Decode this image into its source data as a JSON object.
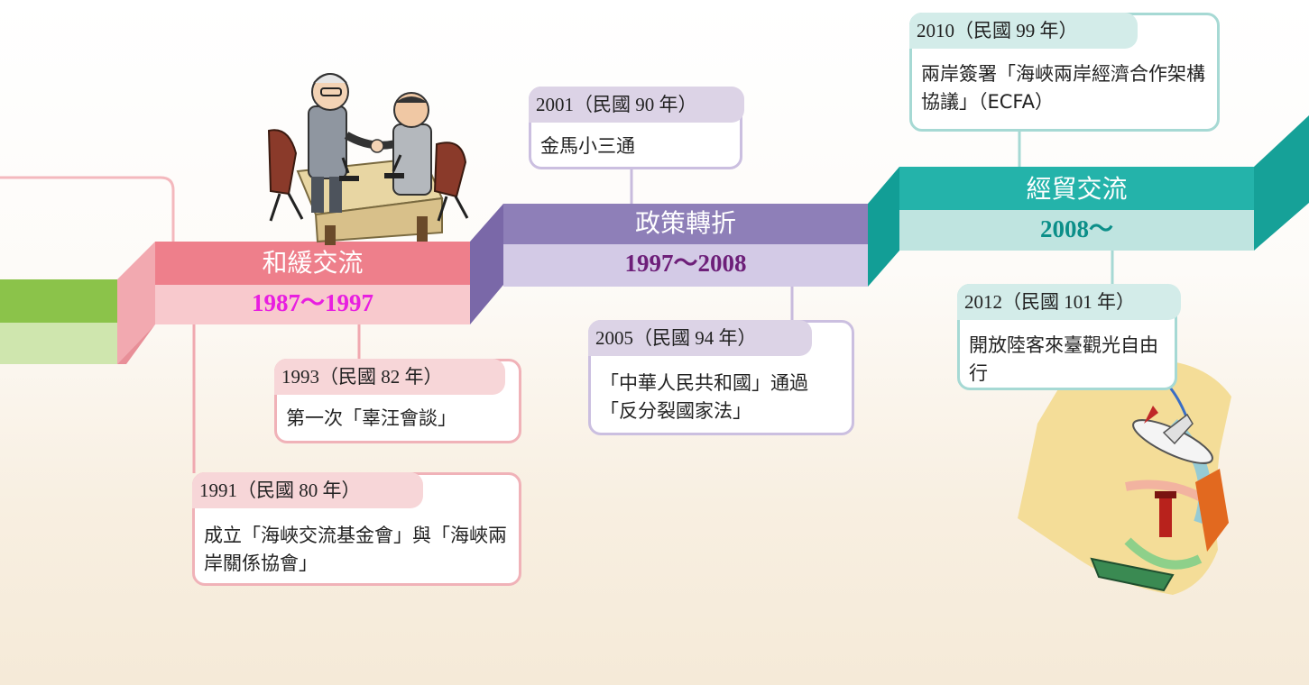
{
  "stages": [
    {
      "title": "和緩交流",
      "period": "1987～1997",
      "period_color": "#e81ee0"
    },
    {
      "title": "政策轉折",
      "period": "1997～2008",
      "period_color": "#6d1f79"
    },
    {
      "title": "經貿交流",
      "period": "2008～",
      "period_color": "#0c8f89"
    }
  ],
  "events": [
    {
      "year": "1993（民國 82 年）",
      "text": "第一次「辜汪會談」"
    },
    {
      "year": "1991（民國 80 年）",
      "text": "成立「海峽交流基金會」與「海峽兩岸關係協會」"
    },
    {
      "year": "2001（民國 90 年）",
      "text": "金馬小三通"
    },
    {
      "year": "2005（民國 94 年）",
      "text": "「中華人民共和國」通過「反分裂國家法」"
    },
    {
      "year": "2010（民國 99 年）",
      "text": "兩岸簽署「海峽兩岸經濟合作架構協議」（ECFA）"
    },
    {
      "year": "2012（民國 101 年）",
      "text": "開放陸客來臺觀光自由行"
    }
  ],
  "colors": {
    "green": "#8bc34a",
    "pink": "#e97d88",
    "purple": "#8e7fb8",
    "teal": "#24b3aa"
  },
  "illustrations": [
    "handshake-meeting-illustration",
    "taiwan-strait-map-illustration"
  ]
}
